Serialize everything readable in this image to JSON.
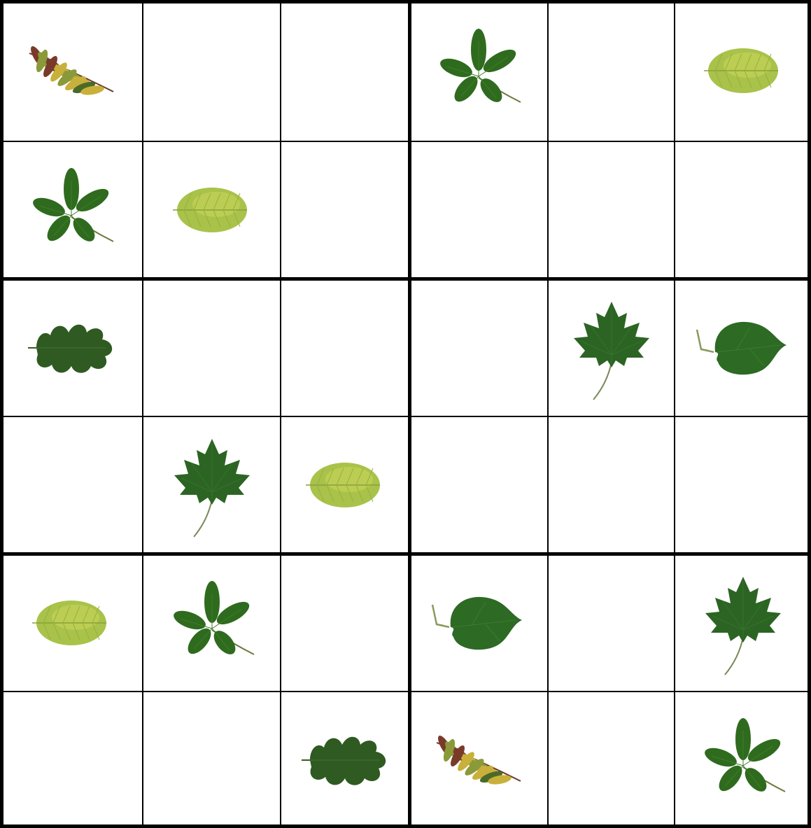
{
  "game": {
    "type": "sudoku-6x6",
    "box_shape": "2 rows x 3 columns",
    "symbols": {
      "rowan": {
        "icon": "rowan-leaf-icon",
        "colors": [
          "#7a3a2a",
          "#8a9a3a",
          "#c9b03a",
          "#4a6a2a"
        ]
      },
      "chestnut": {
        "icon": "chestnut-leaf-icon",
        "colors": [
          "#2f6b1e",
          "#3e7d26"
        ]
      },
      "beech": {
        "icon": "beech-leaf-icon",
        "colors": [
          "#a9c24a",
          "#c8d65a"
        ]
      },
      "oak": {
        "icon": "oak-leaf-icon",
        "colors": [
          "#2f5a22",
          "#3c6a2a"
        ]
      },
      "maple": {
        "icon": "maple-leaf-icon",
        "colors": [
          "#2c6424",
          "#35732b"
        ]
      },
      "linden": {
        "icon": "linden-leaf-icon",
        "colors": [
          "#2d6a24",
          "#3b7d2e"
        ]
      }
    },
    "grid": [
      [
        "rowan",
        null,
        null,
        "chestnut",
        null,
        "beech"
      ],
      [
        "chestnut",
        "beech",
        null,
        null,
        null,
        null
      ],
      [
        "oak",
        null,
        null,
        null,
        "maple",
        "linden"
      ],
      [
        null,
        "maple",
        "beech",
        null,
        null,
        null
      ],
      [
        "beech",
        "chestnut",
        null,
        "linden",
        null,
        "maple"
      ],
      [
        null,
        null,
        "oak",
        "rowan",
        null,
        "chestnut"
      ]
    ]
  }
}
